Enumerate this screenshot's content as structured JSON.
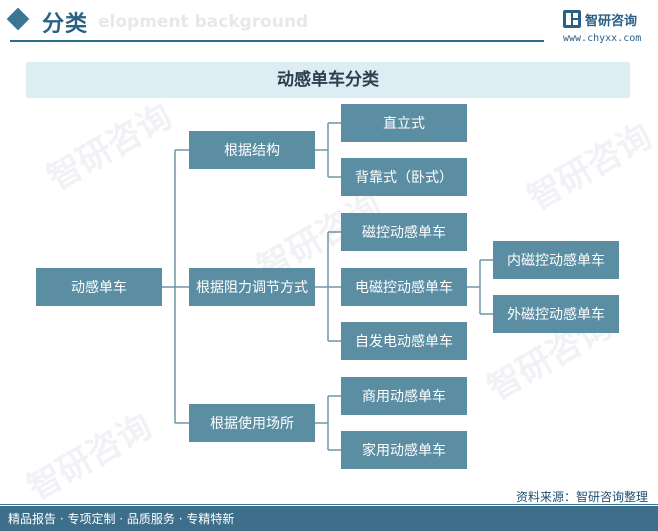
{
  "header": {
    "title": "分类",
    "background_text": "elopment background",
    "logo_name": "智研咨询",
    "logo_url": "www.chyxx.com"
  },
  "diagram": {
    "title": "动感单车分类",
    "root": "动感单车",
    "level1": [
      "根据结构",
      "根据阻力调节方式",
      "根据使用场所"
    ],
    "level2": {
      "structure": [
        "直立式",
        "背靠式（卧式）"
      ],
      "resistance": [
        "磁控动感单车",
        "电磁控动感单车",
        "自发电动感单车"
      ],
      "usage": [
        "商用动感单车",
        "家用动感单车"
      ]
    },
    "level3": [
      "内磁控动感单车",
      "外磁控动感单车"
    ]
  },
  "watermark_text": "智研咨询",
  "source": "资料来源：智研咨询整理",
  "footer": "精品报告 · 专项定制 · 品质服务 · 专精特新",
  "colors": {
    "node_fill": "#5b8ea3",
    "line": "#6e96a8",
    "band": "#deecf4",
    "header_line": "#2f6b8c"
  }
}
